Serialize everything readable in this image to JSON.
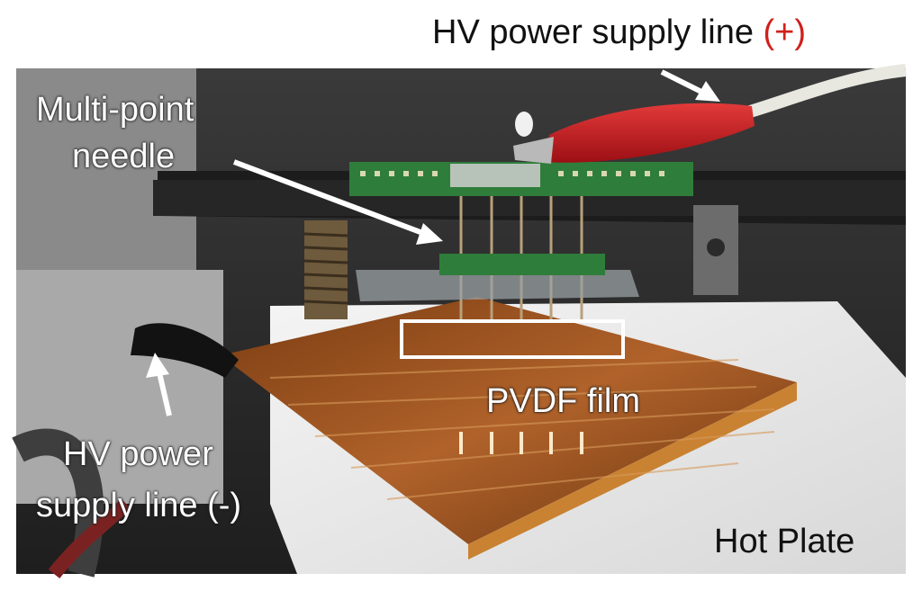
{
  "labels": {
    "hv_positive_text": "HV power supply line",
    "hv_positive_sign": "(+)",
    "needle_line1": "Multi-point",
    "needle_line2": "needle",
    "pvdf_film": "PVDF film",
    "hv_negative_line1": "HV power",
    "hv_negative_line2": "supply line (-)",
    "hot_plate": "Hot Plate"
  },
  "colors": {
    "positive_sign": "#d0201c",
    "clip_red": "#c8141e",
    "kapton_film": "#b86a28",
    "pcb_green": "#2f7d3a",
    "annotation_box": "#ffffff"
  }
}
